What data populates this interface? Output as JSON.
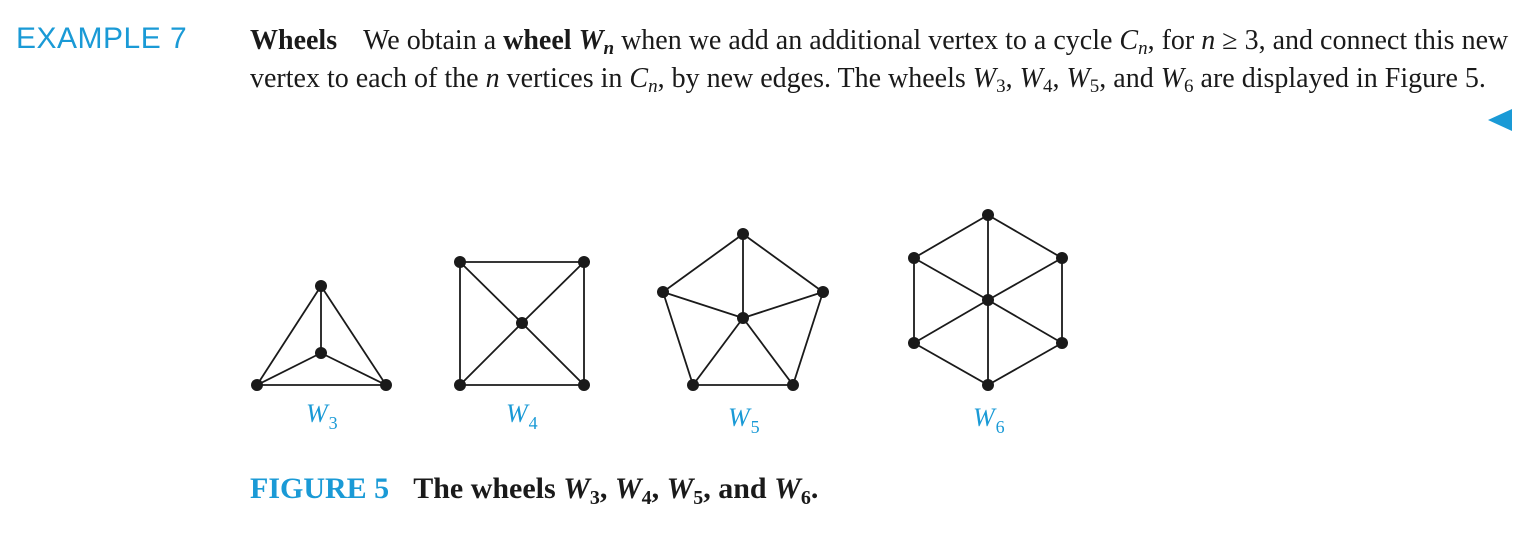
{
  "example": {
    "label": "EXAMPLE 7",
    "heading": "Wheels",
    "text_1": "We obtain a ",
    "term": "wheel ",
    "term_symbol": "W",
    "term_sub": "n",
    "text_2": " when we add an additional vertex to a cycle ",
    "c_symbol": "C",
    "c_sub": "n",
    "text_3": ", for ",
    "n_symbol": "n",
    "text_4": " ≥ 3, and connect this new vertex to each of the ",
    "n_symbol_2": "n",
    "text_5": " vertices in ",
    "c_symbol_2": "C",
    "c_sub_2": "n",
    "text_6": ", by new edges. The wheels ",
    "w3_symbol": "W",
    "w3_sub": "3",
    "sep_1": ", ",
    "w4_symbol": "W",
    "w4_sub": "4",
    "sep_2": ", ",
    "w5_symbol": "W",
    "w5_sub": "5",
    "sep_3": ", and ",
    "w6_symbol": "W",
    "w6_sub": "6",
    "text_7": " are displayed in Figure 5."
  },
  "graphs": [
    {
      "symbol": "W",
      "sub": "3",
      "n": 3
    },
    {
      "symbol": "W",
      "sub": "4",
      "n": 4
    },
    {
      "symbol": "W",
      "sub": "5",
      "n": 5
    },
    {
      "symbol": "W",
      "sub": "6",
      "n": 6
    }
  ],
  "caption": {
    "number": "FIGURE 5",
    "text_1": "The wheels ",
    "w3_symbol": "W",
    "w3_sub": "3",
    "sep_1": ", ",
    "w4_symbol": "W",
    "w4_sub": "4",
    "sep_2": ", ",
    "w5_symbol": "W",
    "w5_sub": "5",
    "sep_3": ", and ",
    "w6_symbol": "W",
    "w6_sub": "6",
    "end": "."
  },
  "colors": {
    "accent": "#1a9ad6",
    "ink": "#1a1a1a"
  }
}
